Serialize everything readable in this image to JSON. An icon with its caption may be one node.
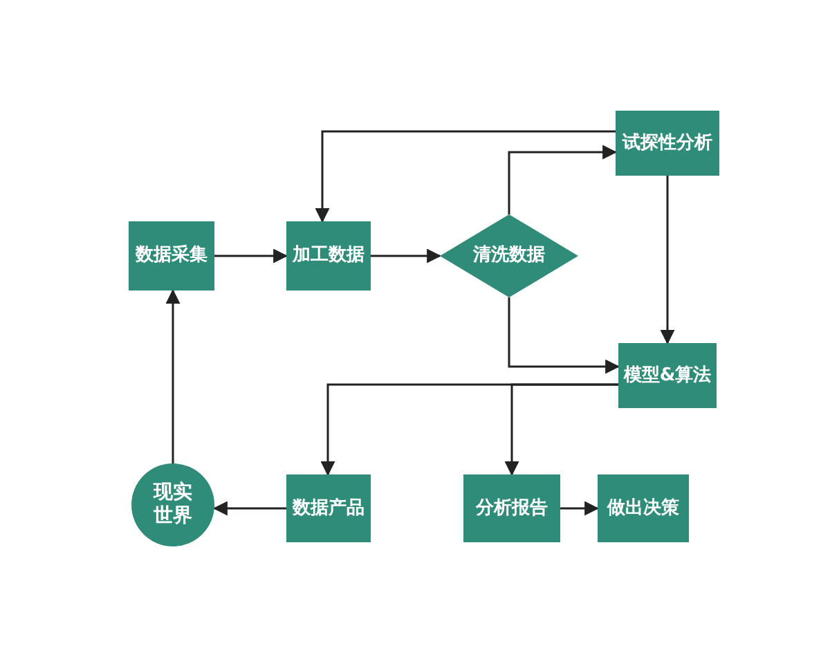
{
  "diagram": {
    "nodes": [
      {
        "text": [
          "数据采集"
        ]
      },
      {
        "text": [
          "加工数据"
        ]
      },
      {
        "text": [
          "清洗数据"
        ]
      },
      {
        "text": [
          "试探性分析"
        ]
      },
      {
        "text": [
          "模型&算法"
        ]
      },
      {
        "text": [
          "现实世界"
        ]
      },
      {
        "text": [
          "数据产品"
        ]
      },
      {
        "text": [
          "分析报告"
        ]
      },
      {
        "text": [
          "做出决策"
        ]
      }
    ],
    "edges": [
      {
        "from": 0,
        "to": 1,
        "arrow": "to"
      },
      {
        "from": 1,
        "to": 2,
        "arrow": "to"
      },
      {
        "from": 2,
        "to": 3,
        "arrow": "to"
      },
      {
        "from": 3,
        "to": 1,
        "arrow": "to"
      },
      {
        "from": 3,
        "to": 4,
        "arrow": "to"
      },
      {
        "from": 2,
        "to": 4,
        "arrow": "to"
      },
      {
        "from": 4,
        "to": 6,
        "arrow": "to"
      },
      {
        "from": 4,
        "to": 7,
        "arrow": "to"
      },
      {
        "from": 7,
        "to": 8,
        "arrow": "to"
      },
      {
        "from": 6,
        "to": 5,
        "arrow": "to"
      },
      {
        "from": 5,
        "to": 0,
        "arrow": "to"
      }
    ]
  }
}
